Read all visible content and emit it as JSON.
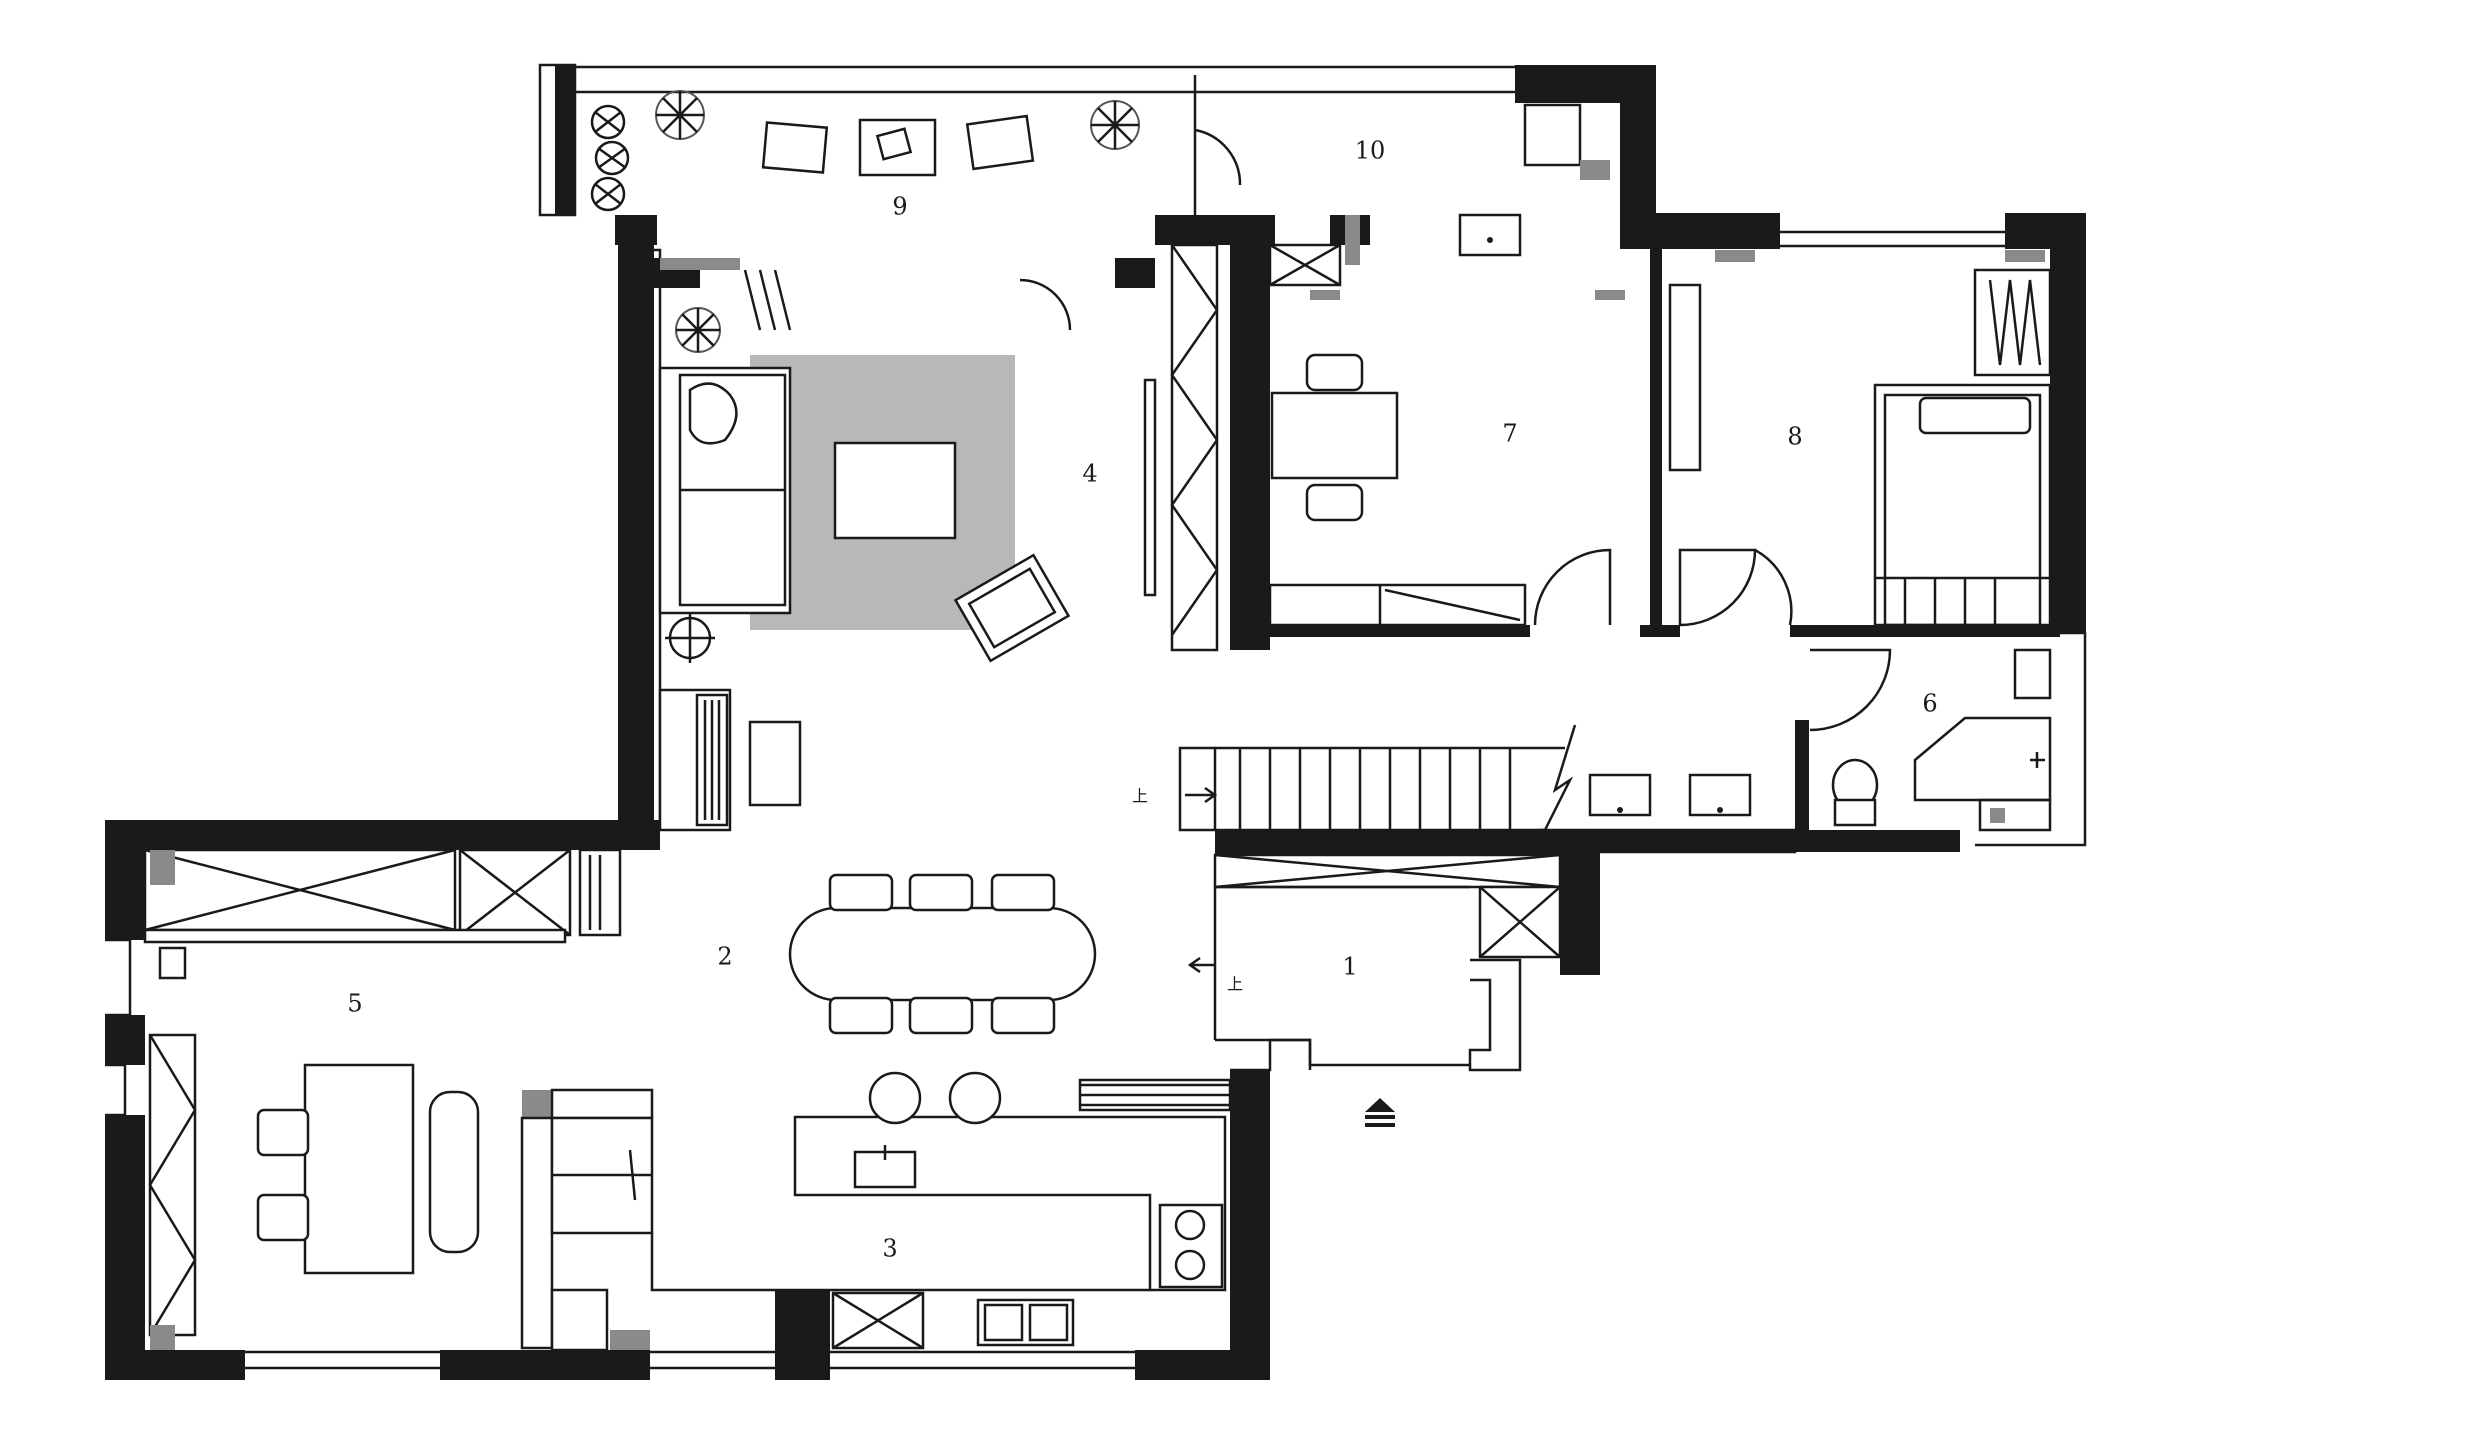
{
  "rooms": [
    {
      "id": "entry",
      "number": "1"
    },
    {
      "id": "dining",
      "number": "2"
    },
    {
      "id": "kitchen",
      "number": "3"
    },
    {
      "id": "living",
      "number": "4"
    },
    {
      "id": "study",
      "number": "5"
    },
    {
      "id": "bathroom",
      "number": "6"
    },
    {
      "id": "bedroom-a",
      "number": "7"
    },
    {
      "id": "bedroom-b",
      "number": "8"
    },
    {
      "id": "balcony",
      "number": "9"
    },
    {
      "id": "laundry",
      "number": "10"
    }
  ],
  "stairs": {
    "up_label": "上"
  }
}
